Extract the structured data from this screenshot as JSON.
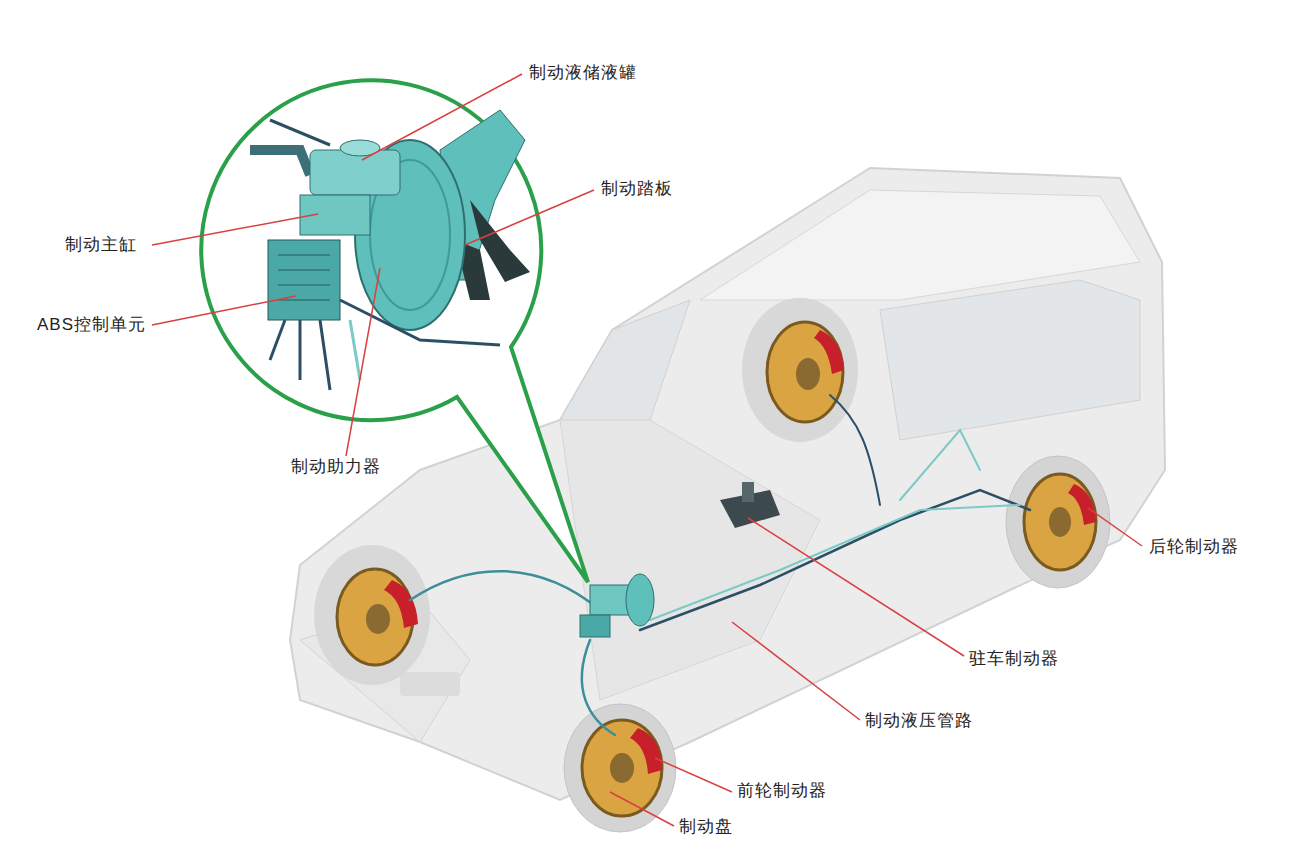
{
  "diagram": {
    "labels": [
      "制动液储液罐",
      "制动踏板",
      "制动主缸",
      "ABS控制单元",
      "制动助力器",
      "后轮制动器",
      "驻车制动器",
      "制动液压管路",
      "前轮制动器",
      "制动盘"
    ]
  }
}
